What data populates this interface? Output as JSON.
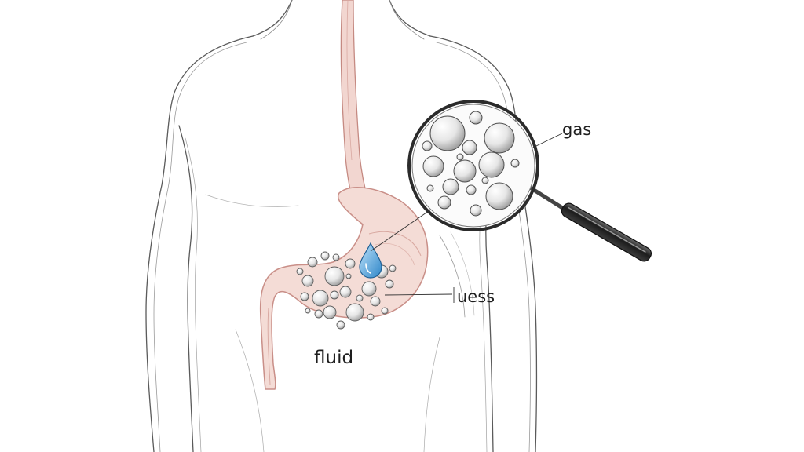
{
  "labels": {
    "gas": "gas",
    "uess": "uess",
    "fluid": "fluid"
  },
  "colors": {
    "stomach_fill": "#f4dcd6",
    "stomach_outline": "#c98f88",
    "droplet": "#5aa9e0",
    "ink": "#3a3a3a",
    "handle": "#2a2a2a"
  },
  "icons": {
    "magnifier": "magnifying-glass-icon",
    "droplet": "water-droplet-icon"
  }
}
